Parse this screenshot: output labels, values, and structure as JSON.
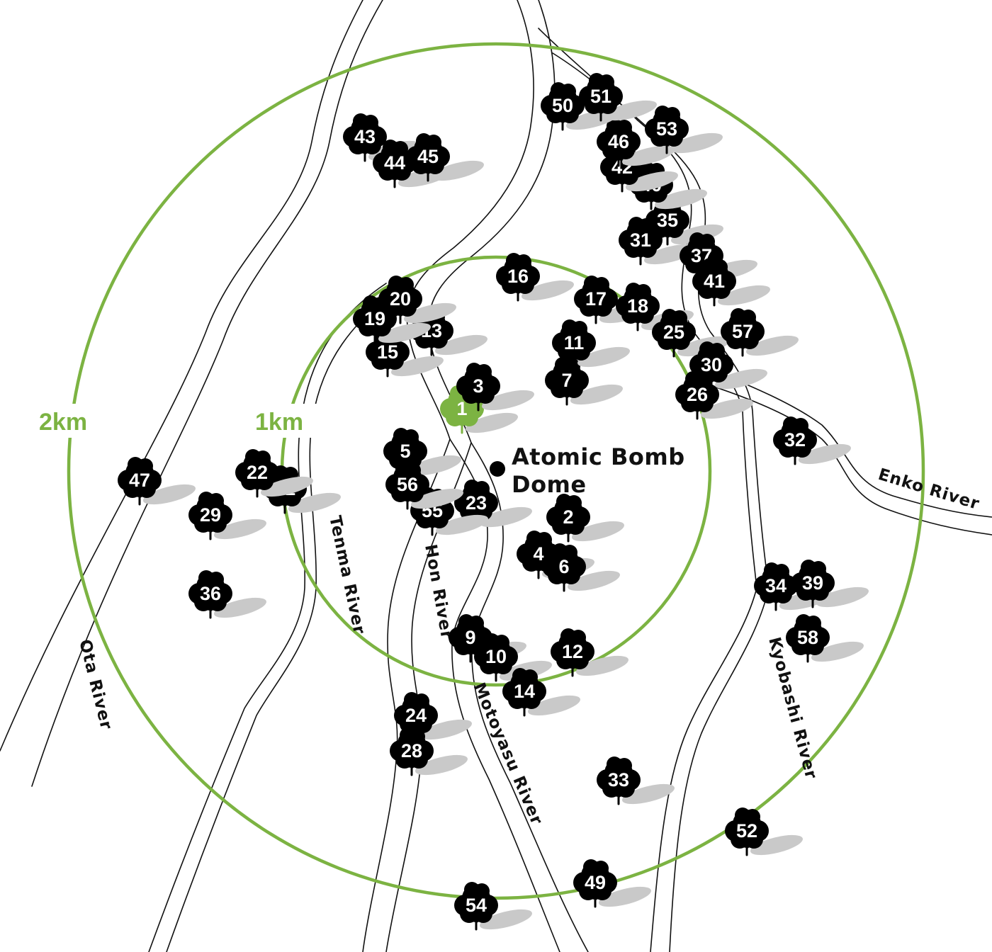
{
  "accent_color": "#7cb342",
  "tree_color": "#000000",
  "highlight_tree_color": "#7cb342",
  "rings": [
    {
      "label": "1km"
    },
    {
      "label": "2km"
    }
  ],
  "landmark": {
    "line1": "Atomic Bomb",
    "line2": "Dome"
  },
  "rivers": [
    {
      "id": "ota",
      "label": "Ota River"
    },
    {
      "id": "tenma",
      "label": "Tenma River"
    },
    {
      "id": "hon",
      "label": "Hon River"
    },
    {
      "id": "motoyasu",
      "label": "Motoyasu River"
    },
    {
      "id": "kyobashi",
      "label": "Kyobashi River"
    },
    {
      "id": "enko",
      "label": "Enko River"
    }
  ],
  "trees": [
    {
      "number": "1",
      "highlight": true
    },
    {
      "number": "2"
    },
    {
      "number": "3"
    },
    {
      "number": "4"
    },
    {
      "number": "5"
    },
    {
      "number": "6"
    },
    {
      "number": "7"
    },
    {
      "number": "9"
    },
    {
      "number": "10"
    },
    {
      "number": "11"
    },
    {
      "number": "12"
    },
    {
      "number": "13"
    },
    {
      "number": "14"
    },
    {
      "number": "15"
    },
    {
      "number": "16"
    },
    {
      "number": "17"
    },
    {
      "number": "18"
    },
    {
      "number": "19"
    },
    {
      "number": "20"
    },
    {
      "number": "21"
    },
    {
      "number": "22"
    },
    {
      "number": "23"
    },
    {
      "number": "24"
    },
    {
      "number": "25"
    },
    {
      "number": "26"
    },
    {
      "number": "28"
    },
    {
      "number": "29"
    },
    {
      "number": "30"
    },
    {
      "number": "31"
    },
    {
      "number": "32"
    },
    {
      "number": "33"
    },
    {
      "number": "34"
    },
    {
      "number": "35"
    },
    {
      "number": "36"
    },
    {
      "number": "37"
    },
    {
      "number": "39"
    },
    {
      "number": "40"
    },
    {
      "number": "41"
    },
    {
      "number": "42"
    },
    {
      "number": "43"
    },
    {
      "number": "44"
    },
    {
      "number": "45"
    },
    {
      "number": "46"
    },
    {
      "number": "47"
    },
    {
      "number": "49"
    },
    {
      "number": "50"
    },
    {
      "number": "51"
    },
    {
      "number": "52"
    },
    {
      "number": "53"
    },
    {
      "number": "54"
    },
    {
      "number": "55"
    },
    {
      "number": "56"
    },
    {
      "number": "57"
    },
    {
      "number": "58"
    }
  ]
}
